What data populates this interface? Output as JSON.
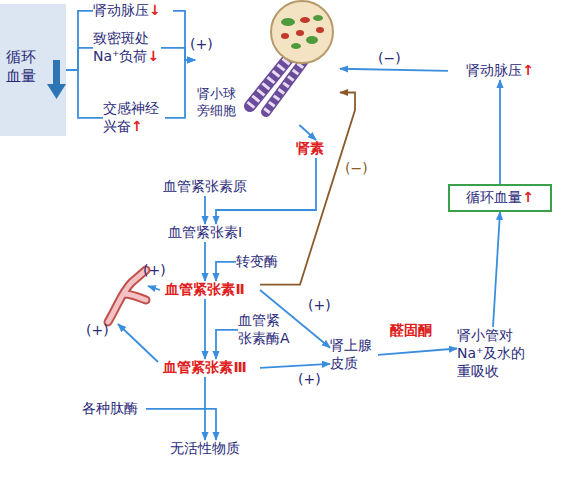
{
  "diagram": {
    "nodes": [
      {
        "text": [
          "循环 血量"
        ]
      },
      {
        "text": [
          "肾动脉压",
          "↓"
        ]
      },
      {
        "text": [
          "致密斑处 Na⁺负荷",
          "↓"
        ]
      },
      {
        "text": [
          "交感神经 兴奋",
          "↑"
        ]
      },
      {
        "text": [
          "肾小球 旁细胞"
        ]
      },
      {
        "text": [
          "肾素"
        ]
      },
      {
        "text": [
          "血管紧张素原"
        ]
      },
      {
        "text": [
          "血管紧张素Ⅰ"
        ]
      },
      {
        "text": [
          "转变酶"
        ]
      },
      {
        "text": [
          "血管紧张素Ⅱ"
        ]
      },
      {
        "text": [
          "血管紧 张素酶A"
        ]
      },
      {
        "text": [
          "血管紧张素Ⅲ"
        ]
      },
      {
        "text": [
          "肾上腺 皮质"
        ]
      },
      {
        "text": [
          "肾小管对 Na⁺及水的 重吸收"
        ]
      },
      {
        "text": [
          "循环血量",
          "↑"
        ]
      },
      {
        "text": [
          "肾动脉压",
          "↑"
        ]
      },
      {
        "text": [
          "各种肽酶"
        ]
      },
      {
        "text": [
          "无活性物质"
        ]
      }
    ],
    "edges": [
      {
        "from": 0,
        "to": 1,
        "arrow": "none"
      },
      {
        "from": 0,
        "to": 2,
        "arrow": "none"
      },
      {
        "from": 0,
        "to": 3,
        "arrow": "none"
      },
      {
        "from": 1,
        "to": 4,
        "arrow": "to"
      },
      {
        "from": 2,
        "to": 4,
        "arrow": "to"
      },
      {
        "from": 3,
        "to": 4,
        "arrow": "to"
      },
      {
        "from": 4,
        "to": 5,
        "arrow": "to"
      },
      {
        "from": 6,
        "to": 7,
        "arrow": "to"
      },
      {
        "from": 5,
        "to": 7,
        "arrow": "to"
      },
      {
        "from": 7,
        "to": 9,
        "arrow": "to"
      },
      {
        "from": 8,
        "to": 9,
        "arrow": "to"
      },
      {
        "from": 9,
        "to": 11,
        "arrow": "to"
      },
      {
        "from": 10,
        "to": 11,
        "arrow": "to"
      },
      {
        "from": 9,
        "to": 12,
        "label": "(+)",
        "arrow": "to"
      },
      {
        "from": 11,
        "to": 12,
        "label": "(+)",
        "arrow": "to"
      },
      {
        "from": 9,
        "to": 4,
        "label": "(−)",
        "arrow": "to"
      },
      {
        "from": 12,
        "to": 13,
        "label": "醛固酮",
        "arrow": "to"
      },
      {
        "from": 13,
        "to": 14,
        "arrow": "to"
      },
      {
        "from": 14,
        "to": 15,
        "arrow": "to"
      },
      {
        "from": 15,
        "to": 4,
        "label": "(−)",
        "arrow": "to"
      },
      {
        "from": 11,
        "to": 17,
        "arrow": "to"
      },
      {
        "from": 16,
        "to": 17,
        "arrow": "to"
      }
    ],
    "labels": [
      "(+)",
      "(+)",
      "(+)"
    ]
  }
}
